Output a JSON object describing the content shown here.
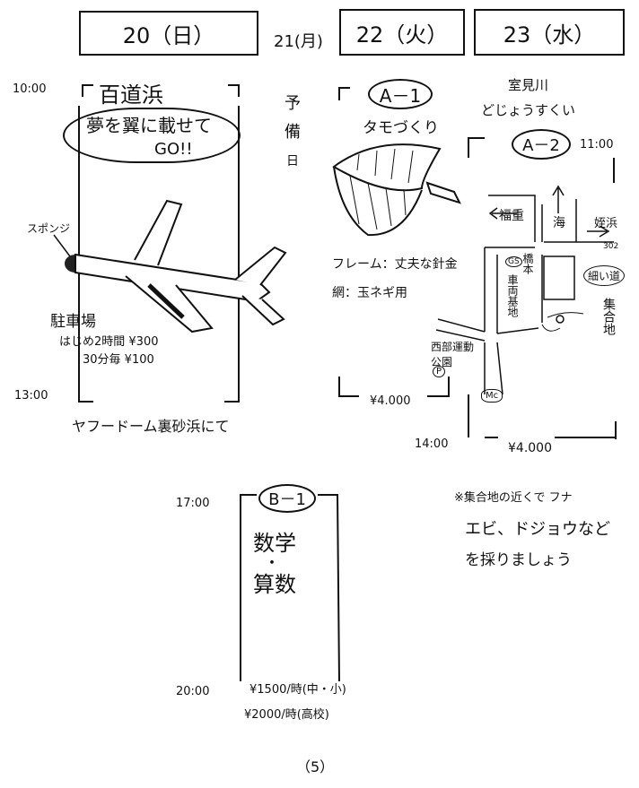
{
  "days": {
    "d20": "20（日）",
    "d21": "21(月)",
    "d22": "22（火）",
    "d23": "23（水）"
  },
  "col20": {
    "time_start": "10:00",
    "place": "百道浜",
    "slogan": "夢を翼に載せて",
    "slogan2": "GO!!",
    "sponge_label": "スポンジ",
    "parking_title": "駐車場",
    "parking_rate1": "はじめ2時間 ¥300",
    "parking_rate2": "30分毎 ¥100",
    "time_end": "13:00",
    "venue": "ヤフードーム裏砂浜にて"
  },
  "col21": {
    "reserve": [
      "予",
      "備",
      "日"
    ]
  },
  "col22": {
    "code": "A－1",
    "title": "タモづくり",
    "frame": "フレーム：丈夫な針金",
    "net": "網：玉ネギ用",
    "price": "¥4.000"
  },
  "col23": {
    "place": "室見川",
    "activity": "どじょうすくい",
    "code": "A－2",
    "time_start": "11:00",
    "map": {
      "fukushige": "福重",
      "umi": "海",
      "meinohama": "姪浜",
      "route": "302",
      "gs": "GS",
      "hashimoto": "橋本",
      "cemetery": "車両基地",
      "tsutsumi": "細い道",
      "meeting": "集合地",
      "park": "西部運動公園",
      "parking": "P",
      "mc": "Mc"
    },
    "time_end": "14:00",
    "price": "¥4.000",
    "note1": "※集合地の近くで フナ",
    "note2": "エビ、ドジョウなど",
    "note3": "を採りましょう"
  },
  "evening": {
    "time_start": "17:00",
    "code": "B－1",
    "subject1": "数学",
    "dot": "・",
    "subject2": "算数",
    "time_end": "20:00",
    "price1": "¥1500/時(中・小)",
    "price2": "¥2000/時(高校)"
  },
  "page_number": "（5）"
}
